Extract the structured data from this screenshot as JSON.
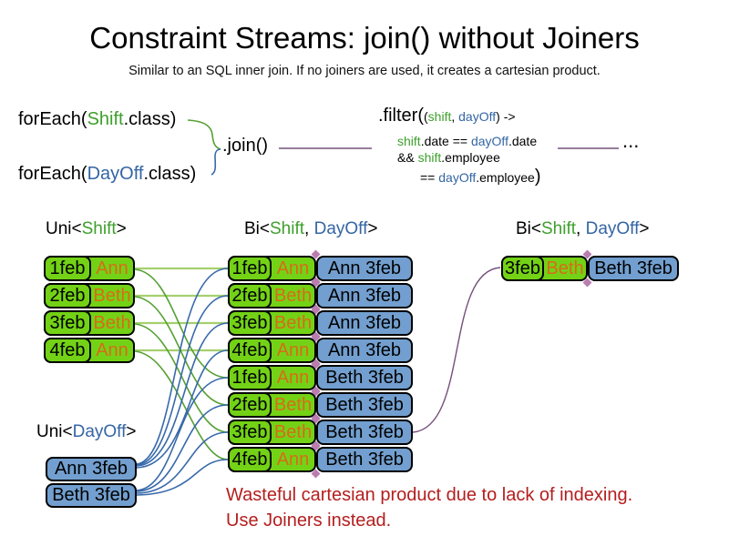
{
  "title": "Constraint Streams: join() without Joiners",
  "subtitle": "Similar to an SQL inner join. If no joiners are used, it creates a cartesian product.",
  "colors": {
    "green_fill": "#73D216",
    "blue_fill": "#729FCF",
    "green_text": "#3EA02C",
    "blue_text": "#3465A4",
    "orange_text": "#D96B18",
    "red_text": "#B41E1E",
    "purple_line": "#75507B",
    "light_green_line": "#A4D06E",
    "green_line": "#55A032",
    "blue_line": "#3769AA",
    "diamond": "#B97DAF"
  },
  "code": {
    "foreach_shift": [
      {
        "t": "forEach(",
        "c": "k"
      },
      {
        "t": "Shift",
        "c": "g"
      },
      {
        "t": ".class)",
        "c": "k"
      }
    ],
    "foreach_dayoff": [
      {
        "t": "forEach(",
        "c": "k"
      },
      {
        "t": "DayOff",
        "c": "b"
      },
      {
        "t": ".class)",
        "c": "k"
      }
    ],
    "join": ".join()",
    "ellipsis": "...",
    "filter_head_big": ".filter(",
    "filter_head_small": [
      {
        "t": "(",
        "c": "k"
      },
      {
        "t": "shift",
        "c": "g"
      },
      {
        "t": ", ",
        "c": "k"
      },
      {
        "t": "dayOff",
        "c": "b"
      },
      {
        "t": ") ->",
        "c": "k"
      }
    ],
    "filter_line2": [
      {
        "t": "shift",
        "c": "g"
      },
      {
        "t": ".date == ",
        "c": "k"
      },
      {
        "t": "dayOff",
        "c": "b"
      },
      {
        "t": ".date",
        "c": "k"
      }
    ],
    "filter_line3": [
      {
        "t": "&& ",
        "c": "k"
      },
      {
        "t": "shift",
        "c": "g"
      },
      {
        "t": ".employee",
        "c": "k"
      }
    ],
    "filter_line4": [
      {
        "t": "== ",
        "c": "k"
      },
      {
        "t": "dayOff",
        "c": "b"
      },
      {
        "t": ".employee",
        "c": "k"
      }
    ],
    "filter_close": ")"
  },
  "labels": {
    "uni_shift": [
      {
        "t": "Uni<",
        "c": "k"
      },
      {
        "t": "Shift",
        "c": "g"
      },
      {
        "t": ">",
        "c": "k"
      }
    ],
    "bi_mid": [
      {
        "t": "Bi<",
        "c": "k"
      },
      {
        "t": "Shift",
        "c": "g"
      },
      {
        "t": ", ",
        "c": "k"
      },
      {
        "t": "DayOff",
        "c": "b"
      },
      {
        "t": ">",
        "c": "k"
      }
    ],
    "bi_right": [
      {
        "t": "Bi<",
        "c": "k"
      },
      {
        "t": "Shift",
        "c": "g"
      },
      {
        "t": ", ",
        "c": "k"
      },
      {
        "t": "DayOff",
        "c": "b"
      },
      {
        "t": ">",
        "c": "k"
      }
    ],
    "uni_dayoff": [
      {
        "t": "Uni<",
        "c": "k"
      },
      {
        "t": "DayOff",
        "c": "b"
      },
      {
        "t": ">",
        "c": "k"
      }
    ]
  },
  "tables": {
    "shift": {
      "rows": [
        {
          "date": "1feb",
          "name": "Ann"
        },
        {
          "date": "2feb",
          "name": "Beth"
        },
        {
          "date": "3feb",
          "name": "Beth"
        },
        {
          "date": "4feb",
          "name": "Ann"
        }
      ]
    },
    "dayoff": {
      "rows": [
        {
          "label": "Ann 3feb"
        },
        {
          "label": "Beth 3feb"
        }
      ]
    },
    "bi": {
      "rows": [
        {
          "date": "1feb",
          "name": "Ann",
          "dayoff": "Ann 3feb"
        },
        {
          "date": "2feb",
          "name": "Beth",
          "dayoff": "Ann 3feb"
        },
        {
          "date": "3feb",
          "name": "Beth",
          "dayoff": "Ann 3feb"
        },
        {
          "date": "4feb",
          "name": "Ann",
          "dayoff": "Ann 3feb"
        },
        {
          "date": "1feb",
          "name": "Ann",
          "dayoff": "Beth 3feb"
        },
        {
          "date": "2feb",
          "name": "Beth",
          "dayoff": "Beth 3feb"
        },
        {
          "date": "3feb",
          "name": "Beth",
          "dayoff": "Beth 3feb"
        },
        {
          "date": "4feb",
          "name": "Ann",
          "dayoff": "Beth 3feb"
        }
      ]
    },
    "bi_right": {
      "rows": [
        {
          "date": "3feb",
          "name": "Beth",
          "dayoff": "Beth 3feb"
        }
      ]
    }
  },
  "note": {
    "line1": "Wasteful cartesian product due to lack of indexing.",
    "line2": "Use Joiners instead."
  }
}
